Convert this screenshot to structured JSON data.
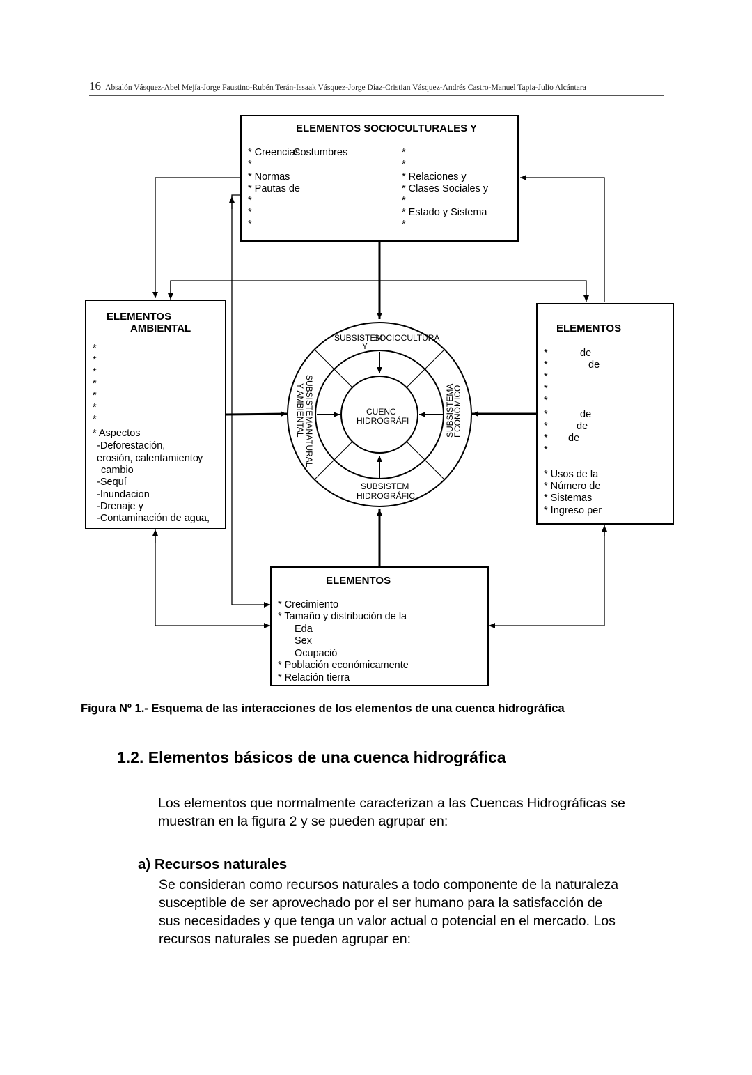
{
  "header": {
    "page_number": "16",
    "authors": "Absalón Vásquez-Abel Mejía-Jorge Faustino-Rubén Terán-Issaak Vásquez-Jorge Díaz-Cristian Vásquez-Andrés Castro-Manuel Tapia-Julio Alcántara"
  },
  "diagram": {
    "top_box": {
      "title": "ELEMENTOS SOCIOCULTURALES Y",
      "left_col": [
        "* Creencias",
        "*",
        "* Normas",
        "* Pautas de",
        "*",
        "*",
        "*"
      ],
      "overlap": "Costumbres",
      "right_col": [
        "*",
        "*",
        "* Relaciones y",
        "* Clases Sociales y",
        "*",
        "* Estado y Sistema",
        "*"
      ]
    },
    "left_box": {
      "title_1": "ELEMENTOS",
      "title_2": "AMBIENTAL",
      "lines": [
        "*",
        "*",
        "*",
        "*",
        "*",
        "*",
        "*",
        "* Aspectos",
        "-Deforestación,",
        "erosión, calentamiento",
        "cambio",
        "-Sequí",
        "-Inundacion",
        "-Drenaje y",
        "-Contaminación de agua,"
      ],
      "stray": "y"
    },
    "right_box": {
      "title": "ELEMENTOS",
      "stars": [
        "*",
        "*",
        "*",
        "*",
        "*",
        "*",
        "*",
        "*",
        "*"
      ],
      "de_words": [
        "de",
        "de",
        "de",
        "de",
        "de"
      ],
      "lines": [
        "* Usos de la",
        "* Número de",
        "* Sistemas",
        "* Ingreso per"
      ]
    },
    "bottom_box": {
      "title": "ELEMENTOS",
      "lines": [
        "* Crecimiento",
        "* Tamaño y distribución de la",
        "Eda",
        "Sex",
        "Ocupació",
        "* Población económicamente",
        "* Relación tierra"
      ]
    },
    "circle": {
      "top_a": "SUBSISTEM",
      "top_b": "SOCIOCULTURA",
      "top_c": "Y",
      "left_a": "SUBSISTEMANATURAL",
      "left_b": "Y AMBIENTAL",
      "right_a": "SUBSISTEMA",
      "right_b": "ECONÓMICO",
      "bottom_a": "SUBSISTEM",
      "bottom_b": "HIDROGRÁFIC",
      "center_a": "CUENC",
      "center_b": "HIDROGRÁFI"
    }
  },
  "caption": "Figura Nº 1.- Esquema de las interacciones de los elementos de una cuenca hidrográfica",
  "section_title": "1.2. Elementos básicos de una cuenca hidrográfica",
  "intro": [
    "Los elementos que normalmente caracterizan a las Cuencas Hidrográficas se",
    "muestran en la figura 2 y se pueden agrupar en:"
  ],
  "subsection_title": "a) Recursos naturales",
  "body": [
    "Se consideran como recursos naturales a todo componente de la naturaleza",
    "susceptible de ser aprovechado por el ser humano  para la satisfacción de",
    "sus necesidades y que tenga un valor actual o potencial en el mercado. Los",
    "recursos naturales se pueden agrupar en:"
  ]
}
